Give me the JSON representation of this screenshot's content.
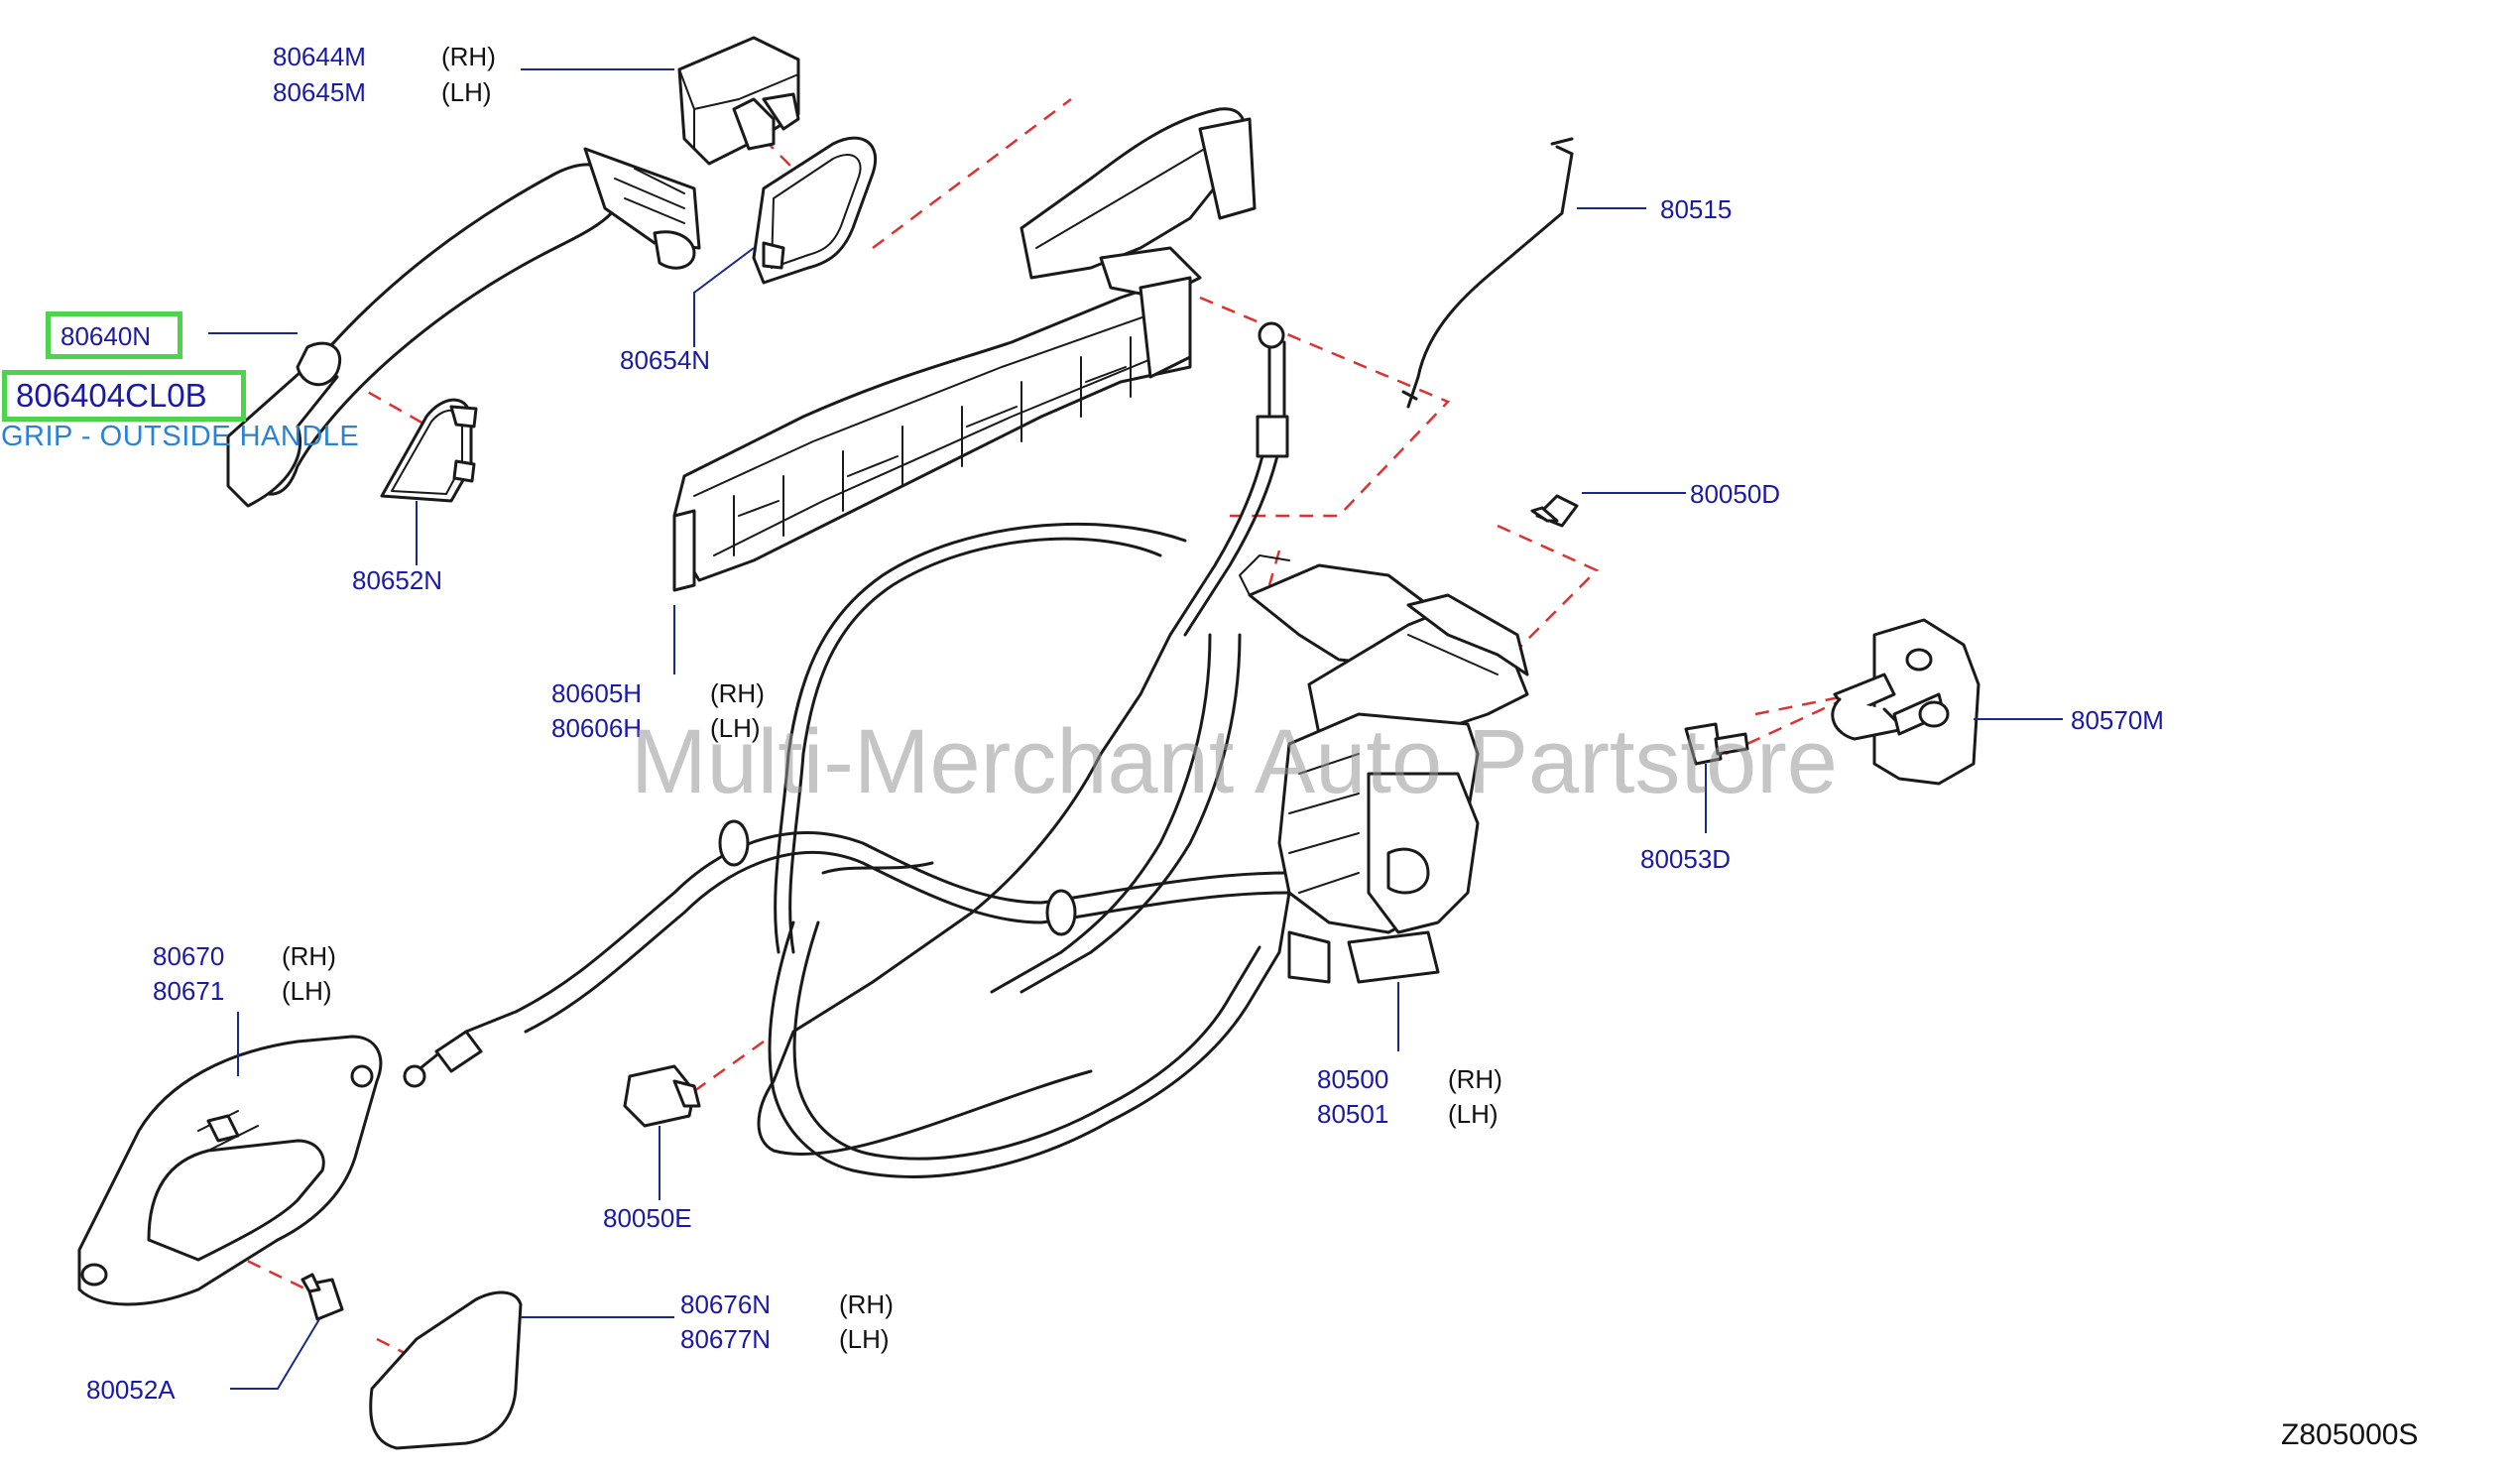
{
  "labels": {
    "p80644M": "80644M",
    "p80645M": "80645M",
    "p80640N": "80640N",
    "p806404CL0B": "806404CL0B",
    "grip": "GRIP - OUTSIDE HANDLE",
    "p80654N": "80654N",
    "p80652N": "80652N",
    "p80605H": "80605H",
    "p80606H": "80606H",
    "p80515": "80515",
    "p80050D": "80050D",
    "p80570M": "80570M",
    "p80053D": "80053D",
    "p80500": "80500",
    "p80501": "80501",
    "p80670": "80670",
    "p80671": "80671",
    "p80050E": "80050E",
    "p80676N": "80676N",
    "p80677N": "80677N",
    "p80052A": "80052A"
  },
  "side": {
    "rh": "(RH)",
    "lh": "(LH)"
  },
  "watermark": "Multi-Merchant Auto Partstore",
  "diagram_code": "Z805000S",
  "colors": {
    "label": "#1a1aa8",
    "highlight": "#4cd44c",
    "dashed": "#e03030",
    "grip": "#2a82d6"
  }
}
